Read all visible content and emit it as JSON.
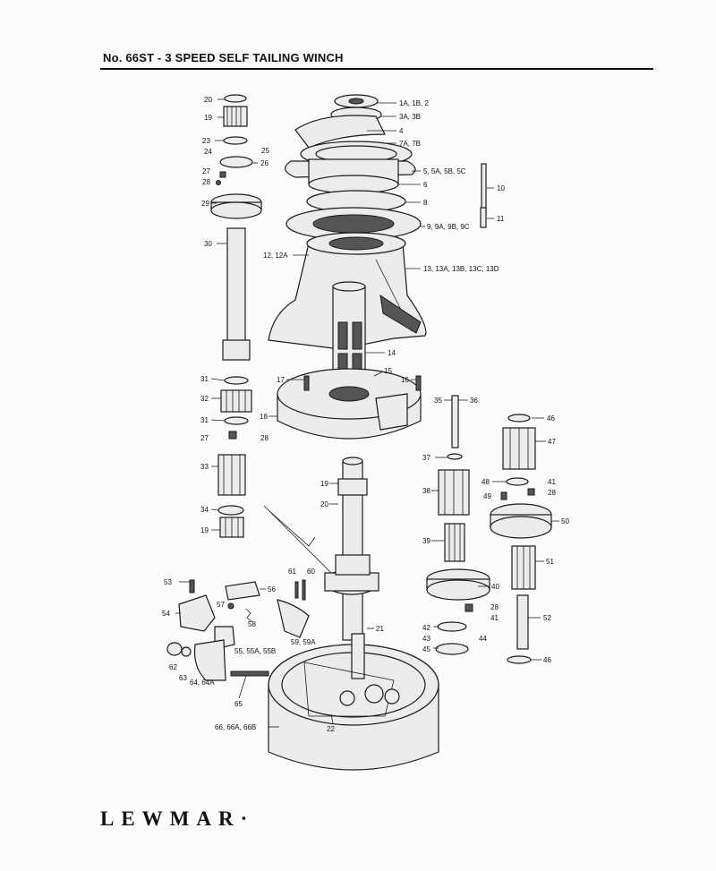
{
  "header": {
    "title": "No. 66ST - 3 SPEED SELF TAILING WINCH"
  },
  "brand": {
    "name": "LEWMAR",
    "mark": "·"
  },
  "diagram": {
    "callouts": [
      {
        "id": "c-20a",
        "text": "20"
      },
      {
        "id": "c-19a",
        "text": "19"
      },
      {
        "id": "c-23",
        "text": "23"
      },
      {
        "id": "c-24",
        "text": "24"
      },
      {
        "id": "c-25",
        "text": "25"
      },
      {
        "id": "c-26",
        "text": "26"
      },
      {
        "id": "c-27a",
        "text": "27"
      },
      {
        "id": "c-28a",
        "text": "28"
      },
      {
        "id": "c-29",
        "text": "29"
      },
      {
        "id": "c-30",
        "text": "30"
      },
      {
        "id": "c-31a",
        "text": "31"
      },
      {
        "id": "c-32",
        "text": "32"
      },
      {
        "id": "c-31b",
        "text": "31"
      },
      {
        "id": "c-27b",
        "text": "27"
      },
      {
        "id": "c-28b",
        "text": "28"
      },
      {
        "id": "c-33",
        "text": "33"
      },
      {
        "id": "c-34",
        "text": "34"
      },
      {
        "id": "c-19b",
        "text": "19"
      },
      {
        "id": "c-1a",
        "text": "1A, 1B, 2"
      },
      {
        "id": "c-3a",
        "text": "3A, 3B"
      },
      {
        "id": "c-4",
        "text": "4"
      },
      {
        "id": "c-7a",
        "text": "7A, 7B"
      },
      {
        "id": "c-5",
        "text": "5, 5A, 5B, 5C"
      },
      {
        "id": "c-6",
        "text": "6"
      },
      {
        "id": "c-8",
        "text": "8"
      },
      {
        "id": "c-9",
        "text": "9, 9A, 9B, 9C"
      },
      {
        "id": "c-10",
        "text": "10"
      },
      {
        "id": "c-11",
        "text": "11"
      },
      {
        "id": "c-12",
        "text": "12, 12A"
      },
      {
        "id": "c-13",
        "text": "13, 13A, 13B, 13C, 13D"
      },
      {
        "id": "c-14",
        "text": "14"
      },
      {
        "id": "c-15",
        "text": "15"
      },
      {
        "id": "c-16",
        "text": "16"
      },
      {
        "id": "c-17",
        "text": "17"
      },
      {
        "id": "c-18",
        "text": "18"
      },
      {
        "id": "c-35",
        "text": "35"
      },
      {
        "id": "c-36",
        "text": "36"
      },
      {
        "id": "c-46a",
        "text": "46"
      },
      {
        "id": "c-47",
        "text": "47"
      },
      {
        "id": "c-37",
        "text": "37"
      },
      {
        "id": "c-48",
        "text": "48"
      },
      {
        "id": "c-41a",
        "text": "41"
      },
      {
        "id": "c-49",
        "text": "49"
      },
      {
        "id": "c-28c",
        "text": "28"
      },
      {
        "id": "c-38",
        "text": "38"
      },
      {
        "id": "c-50",
        "text": "50"
      },
      {
        "id": "c-19c",
        "text": "19"
      },
      {
        "id": "c-20b",
        "text": "20"
      },
      {
        "id": "c-39",
        "text": "39"
      },
      {
        "id": "c-51",
        "text": "51"
      },
      {
        "id": "c-61",
        "text": "61"
      },
      {
        "id": "c-60",
        "text": "60"
      },
      {
        "id": "c-40",
        "text": "40"
      },
      {
        "id": "c-53",
        "text": "53"
      },
      {
        "id": "c-56",
        "text": "56"
      },
      {
        "id": "c-57",
        "text": "57"
      },
      {
        "id": "c-28d",
        "text": "28"
      },
      {
        "id": "c-41b",
        "text": "41"
      },
      {
        "id": "c-54",
        "text": "54"
      },
      {
        "id": "c-58",
        "text": "58"
      },
      {
        "id": "c-52",
        "text": "52"
      },
      {
        "id": "c-59",
        "text": "59, 59A"
      },
      {
        "id": "c-21",
        "text": "21"
      },
      {
        "id": "c-42",
        "text": "42"
      },
      {
        "id": "c-43",
        "text": "43"
      },
      {
        "id": "c-44",
        "text": "44"
      },
      {
        "id": "c-45",
        "text": "45"
      },
      {
        "id": "c-55",
        "text": "55, 55A, 55B"
      },
      {
        "id": "c-46b",
        "text": "46"
      },
      {
        "id": "c-62",
        "text": "62"
      },
      {
        "id": "c-63",
        "text": "63"
      },
      {
        "id": "c-64",
        "text": "64, 64A"
      },
      {
        "id": "c-65",
        "text": "65"
      },
      {
        "id": "c-66",
        "text": "66, 66A, 66B"
      },
      {
        "id": "c-22",
        "text": "22"
      }
    ]
  }
}
